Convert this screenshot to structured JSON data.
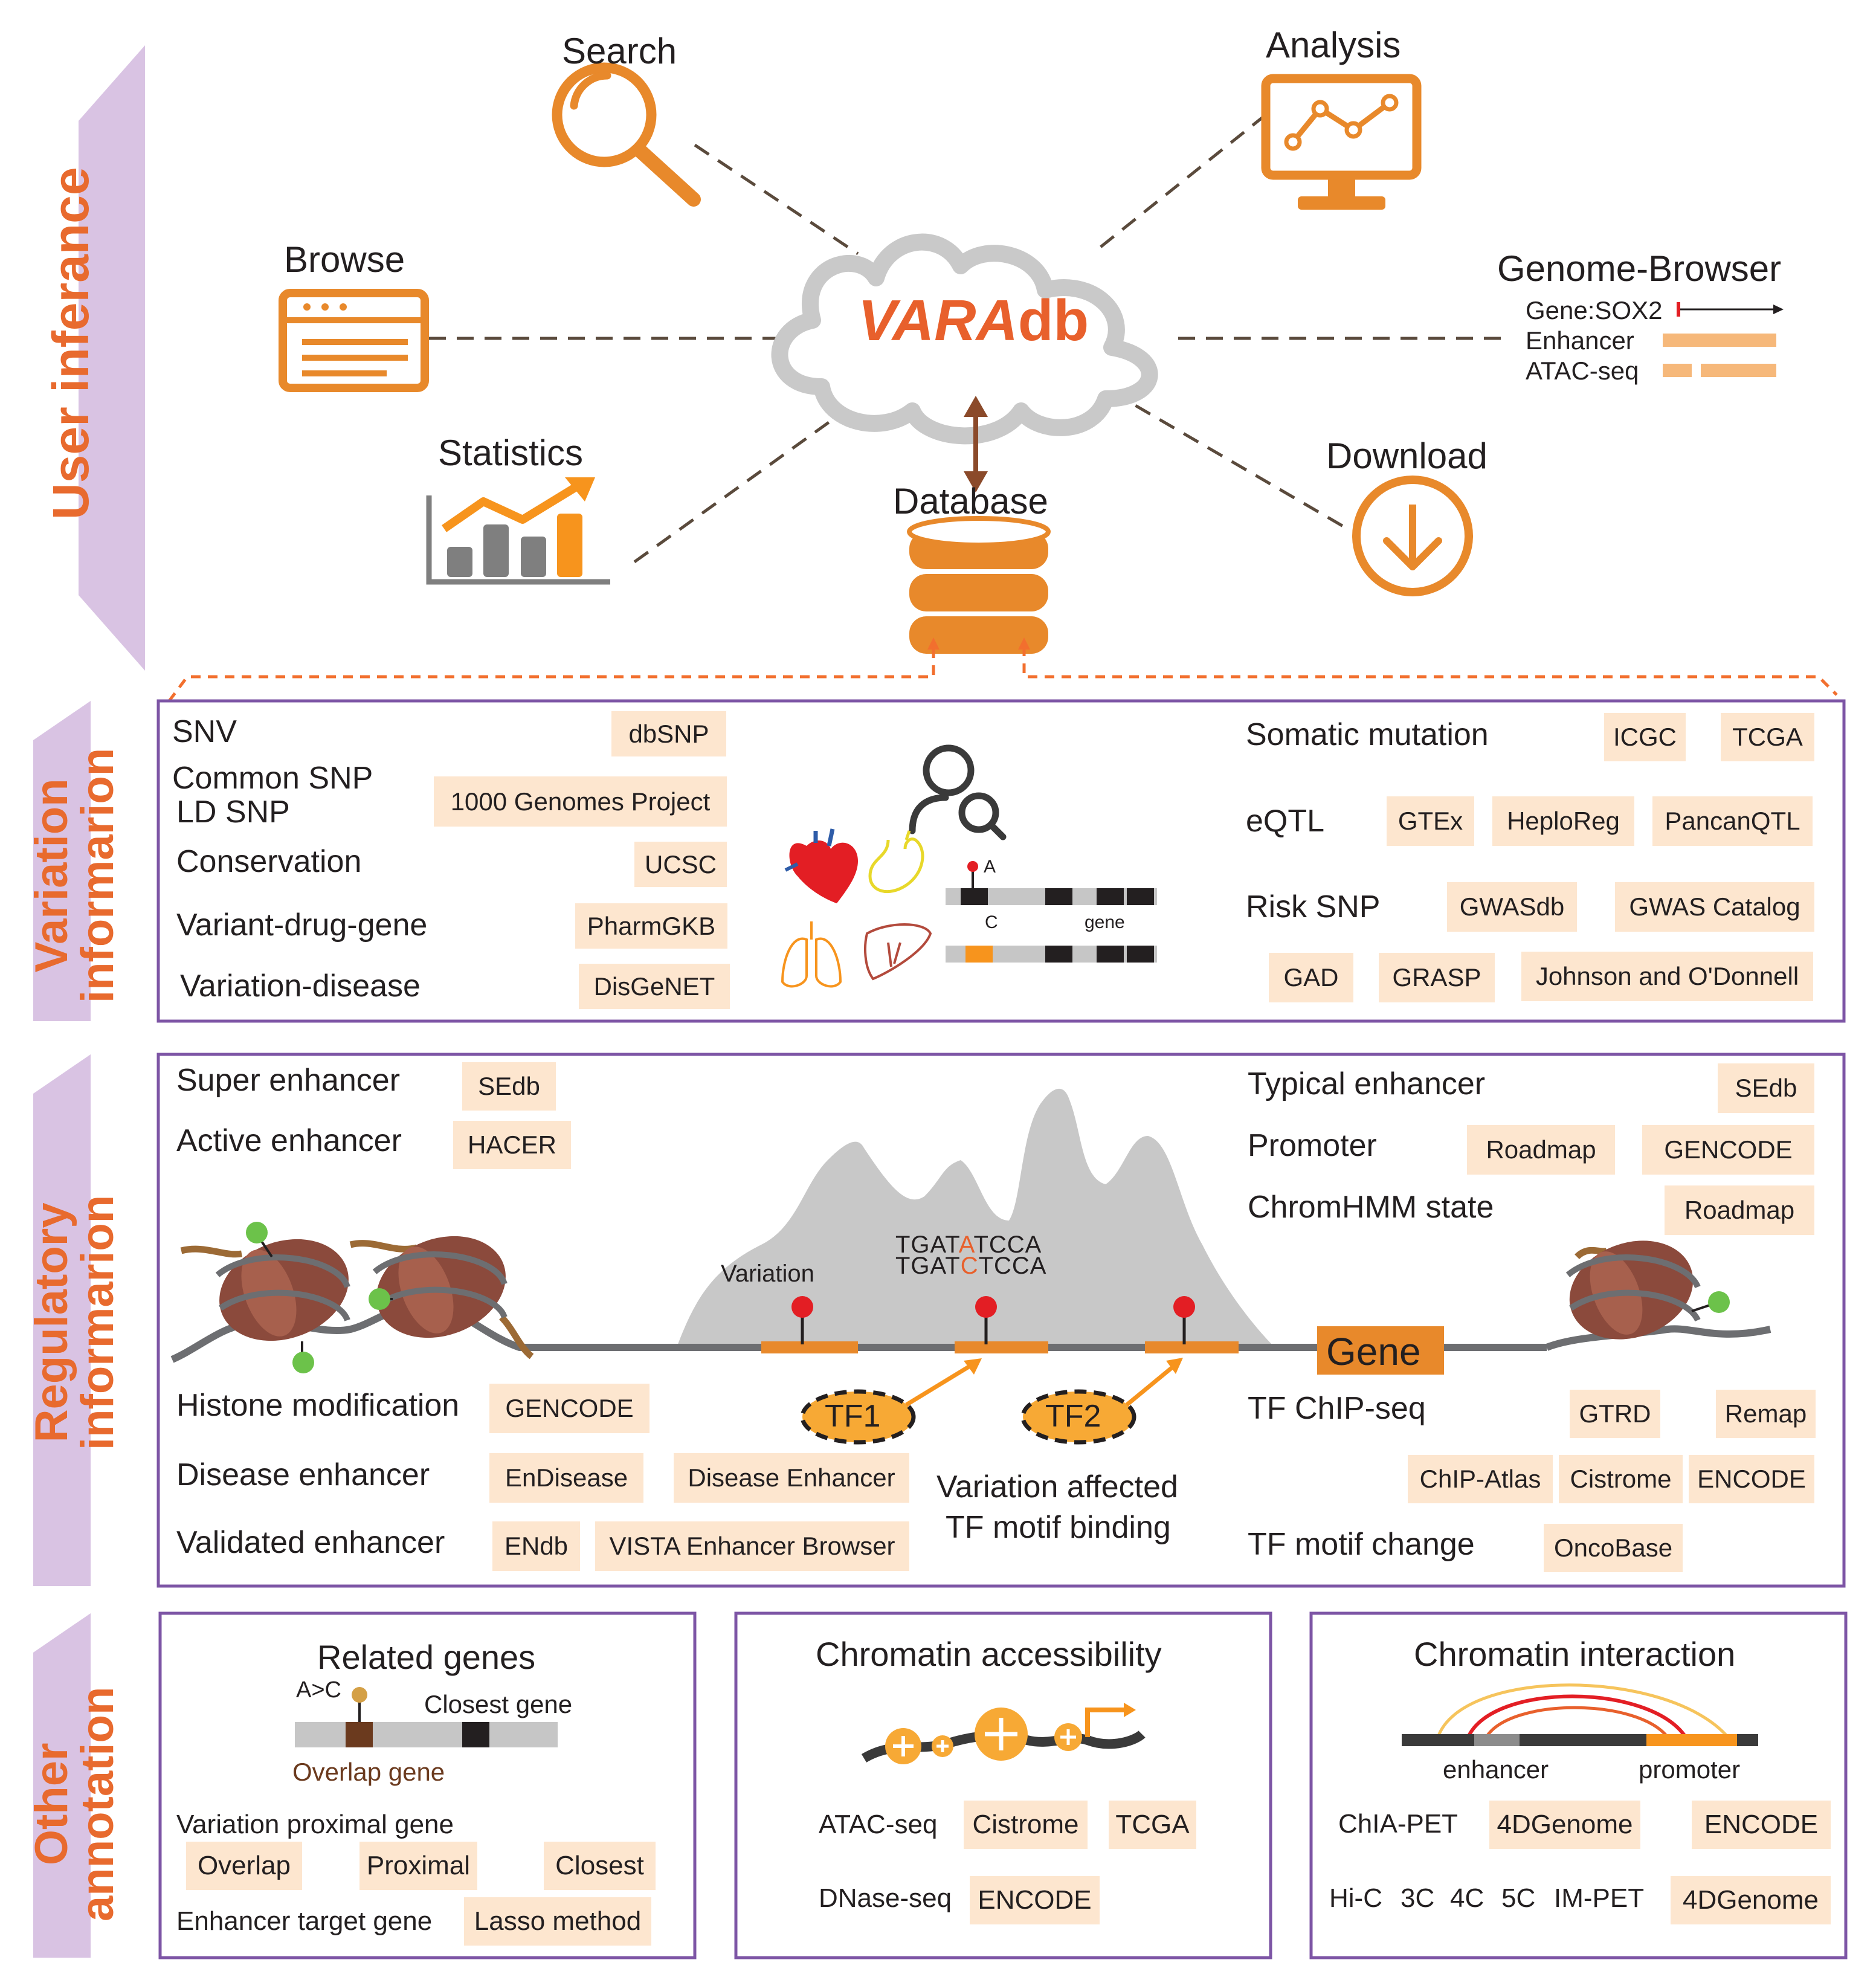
{
  "colors": {
    "accent": "#e8892b",
    "orange": "#f7941d",
    "purple_box": "#7d55a5",
    "side_bg": "#d9c3e3",
    "tag_bg": "#fde6cf",
    "side_text": "#e86a2e",
    "nucleosome": "#8b4a3c",
    "red": "#e31e24",
    "green": "#6cc24a"
  },
  "center": {
    "title_italic": "VARA",
    "title_rest": "db"
  },
  "features": {
    "search": "Search",
    "analysis": "Analysis",
    "browse": "Browse",
    "genome_browser": "Genome-Browser",
    "statistics": "Statistics",
    "database": "Database",
    "download": "Download"
  },
  "genome_browser_tracks": {
    "gene": "Gene:SOX2",
    "enhancer": "Enhancer",
    "atac": "ATAC-seq"
  },
  "sections": {
    "user": "User inferance",
    "variation": [
      "Variation",
      "informarion"
    ],
    "regulatory": [
      "Regulatory",
      "informarion"
    ],
    "other": [
      "Other",
      "annotation"
    ]
  },
  "variation": {
    "snv": "SNV",
    "common_snp": "Common SNP",
    "ld_snp": "LD SNP",
    "conservation": "Conservation",
    "vdg": "Variant-drug-gene",
    "vd": "Variation-disease",
    "dbsnp": "dbSNP",
    "g1000": "1000 Genomes Project",
    "ucsc": "UCSC",
    "pharmgkb": "PharmGKB",
    "disgenet": "DisGeNET",
    "allele_a": "A",
    "allele_c": "C",
    "gene_lbl": "gene",
    "somatic": "Somatic mutation",
    "icgc": "ICGC",
    "tcga": "TCGA",
    "eqtl": "eQTL",
    "gtex": "GTEx",
    "haploreg": "HeploReg",
    "pancanqtl": "PancanQTL",
    "risk": "Risk SNP",
    "gwasdb": "GWASdb",
    "gwascat": "GWAS Catalog",
    "gad": "GAD",
    "grasp": "GRASP",
    "johnson": "Johnson and O'Donnell"
  },
  "regulatory": {
    "super": "Super enhancer",
    "sedb1": "SEdb",
    "active": "Active enhancer",
    "hacer": "HACER",
    "typical": "Typical enhancer",
    "sedb2": "SEdb",
    "promoter": "Promoter",
    "roadmap1": "Roadmap",
    "gencode1": "GENCODE",
    "chromhmm": "ChromHMM state",
    "roadmap2": "Roadmap",
    "variation_lbl": "Variation",
    "seq1": [
      "TGAT",
      "A",
      "TCCA"
    ],
    "seq2": [
      "TGAT",
      "C",
      "TCCA"
    ],
    "gene": "Gene",
    "tf1": "TF1",
    "tf2": "TF2",
    "histone": "Histone modification",
    "gencode2": "GENCODE",
    "disease": "Disease enhancer",
    "endisease": "EnDisease",
    "disease_enh": "Disease Enhancer",
    "validated": "Validated enhancer",
    "endb": "ENdb",
    "vista": "VISTA Enhancer Browser",
    "affected1": "Variation affected",
    "affected2": "TF motif binding",
    "chip": "TF ChIP-seq",
    "gtrd": "GTRD",
    "remap": "Remap",
    "chipatlas": "ChIP-Atlas",
    "cistrome": "Cistrome",
    "encode": "ENCODE",
    "motif": "TF motif change",
    "oncobase": "OncoBase"
  },
  "other": {
    "related": "Related genes",
    "ac": "A>C",
    "closest_gene": "Closest gene",
    "overlap_gene": "Overlap gene",
    "vpg": "Variation proximal gene",
    "overlap": "Overlap",
    "proximal": "Proximal",
    "closest": "Closest",
    "etg": "Enhancer target gene",
    "lasso": "Lasso method",
    "accessibility": "Chromatin accessibility",
    "atac": "ATAC-seq",
    "cistrome": "Cistrome",
    "tcga": "TCGA",
    "dnase": "DNase-seq",
    "encode": "ENCODE",
    "interaction": "Chromatin interaction",
    "enhancer": "enhancer",
    "promoter": "promoter",
    "chiapet": "ChIA-PET",
    "g4d1": "4DGenome",
    "encode2": "ENCODE",
    "hic": "Hi-C",
    "c3": "3C",
    "c4": "4C",
    "c5": "5C",
    "impet": "IM-PET",
    "g4d2": "4DGenome"
  }
}
